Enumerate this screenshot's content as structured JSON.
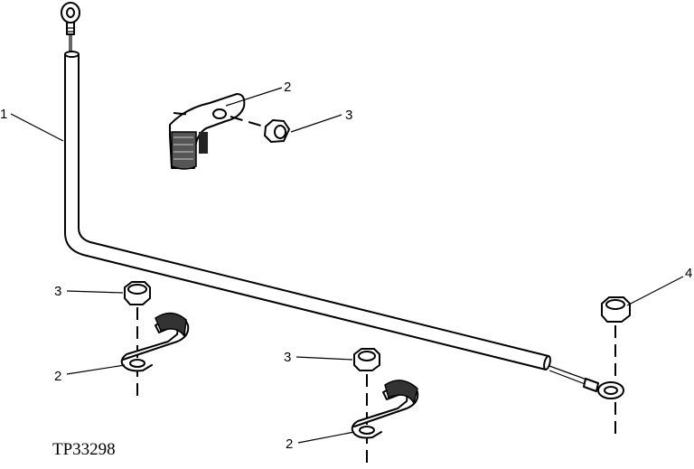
{
  "figure_id": "TP33298",
  "callouts": {
    "wire": "1",
    "clamp_top": "2",
    "nut_top": "3",
    "nut_left": "3",
    "clamp_left": "2",
    "nut_mid": "3",
    "clamp_mid": "2",
    "nut_right": "4"
  }
}
